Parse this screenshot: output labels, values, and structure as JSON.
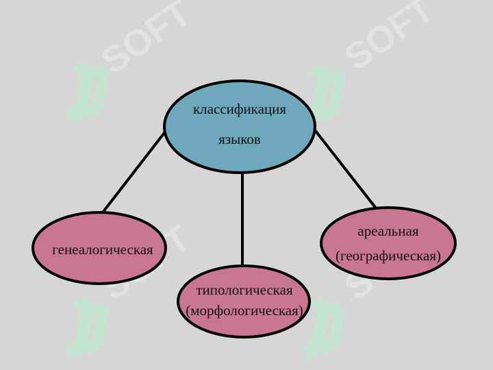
{
  "diagram": {
    "colors": {
      "background": "#d6d6d6",
      "root_fill": "#6fa8bd",
      "child_fill": "#c97791",
      "outline": "#000000",
      "connector": "#000000",
      "watermark_logo": "#bde8d3"
    },
    "root": {
      "line1": "классификация",
      "line2": "языков"
    },
    "children": [
      {
        "line1": "генеалогическая",
        "line2": ""
      },
      {
        "line1": "типологическая",
        "line2": "(морфологическая)"
      },
      {
        "line1": "ареальная",
        "line2": "(географическая)"
      }
    ],
    "watermark": {
      "text": "SOFT",
      "icon": "soft-logo-icon"
    }
  }
}
